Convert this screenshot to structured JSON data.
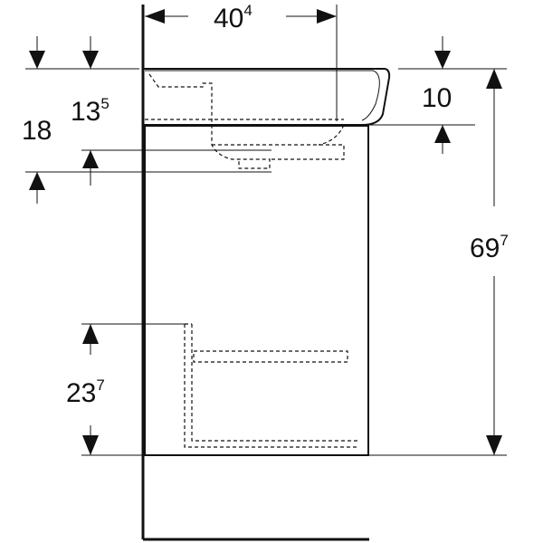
{
  "drawing": {
    "dimensions": {
      "width_top": {
        "base": "40",
        "sup": "4"
      },
      "rim_to_top": {
        "base": "13",
        "sup": "5"
      },
      "rim_to_edge": {
        "base": "18",
        "sup": ""
      },
      "basin_thickness": {
        "base": "10",
        "sup": ""
      },
      "total_height": {
        "base": "69",
        "sup": "7"
      },
      "floor_clearance": {
        "base": "23",
        "sup": "7"
      }
    }
  }
}
